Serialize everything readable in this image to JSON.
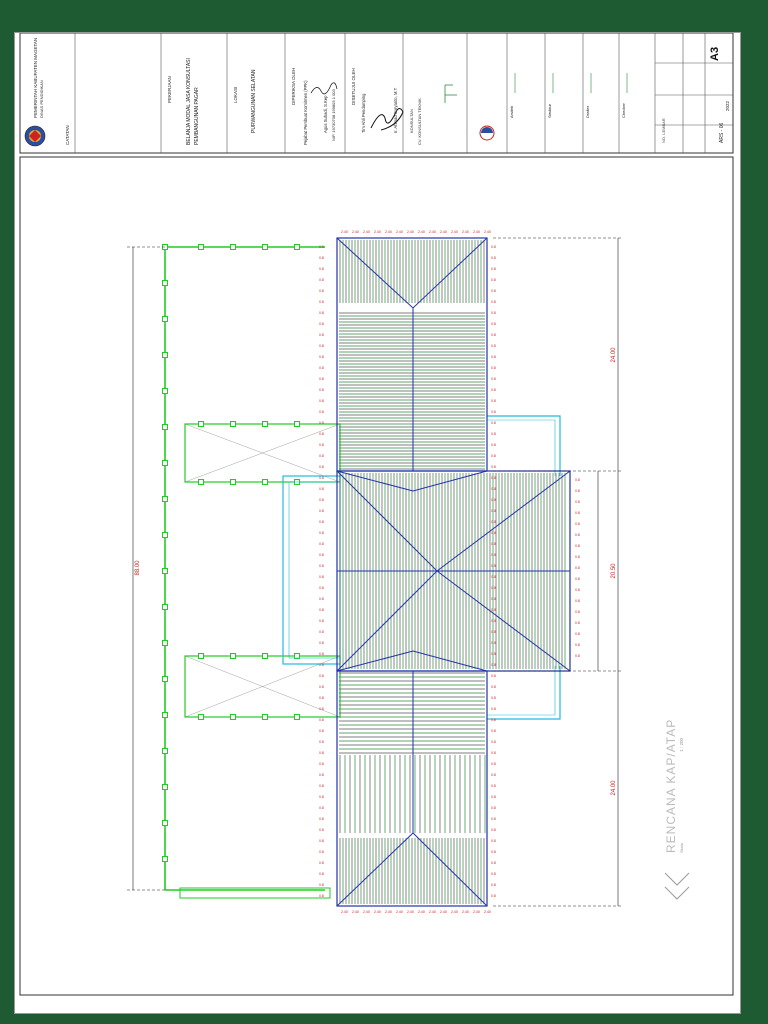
{
  "title_block": {
    "institution_line1": "PEMERINTAH KABUPATEN MAGETAN",
    "institution_line2": "DINAS PENDIDIKAN",
    "notes_label": "CATATAN",
    "project_label": "PEKERJAAN",
    "project_line1": "BELANJA MODAL JASA KONSULTASI",
    "project_line2": "PEMBANGUNAN PAGAR",
    "location_label": "LOKASI",
    "location_value": "PURWANGUNAN SELATAN",
    "checked_label": "DIPERIKSA OLEH",
    "checked_role": "Pejabat Pembuat Komitmen (PPK)",
    "checked_name": "Agus Suhadi, S.Kep",
    "checked_nip": "NIP. 19730708 199803 1 003",
    "approved_label": "DISETUJUI OLEH",
    "approved_role": "Tim Ahli Pendamping",
    "approved_name": "Ir. Ahmad Suryanto, M.T",
    "consultant_label": "KONSULTAN",
    "consultant_value": "CV. KONSULTAN TEKNIK",
    "col_architect": "Arsitek",
    "col_structure": "Struktur",
    "col_drafter": "Drafter",
    "col_checker": "Checker",
    "sheet_label": "NO. LEMBAR",
    "paper_size": "A3",
    "sheet_number": "ARS - 06",
    "year": "2022"
  },
  "drawing": {
    "title": "RENCANA KAP/ATAP",
    "scale": "1 : 200",
    "scale_label": "Skala",
    "dim_total": "88.00",
    "dim_top": "24.00",
    "dim_middle": "20.50",
    "dim_bottom": "24.00",
    "segment_label": "2.40",
    "purlin_label": "0.8"
  },
  "colors": {
    "border": "#1e5a32",
    "fence": "#22cc22",
    "roof_lines": "#555555",
    "roof_outline": "#2233aa",
    "accent": "#22bbdd",
    "dimension": "#cc2222"
  }
}
